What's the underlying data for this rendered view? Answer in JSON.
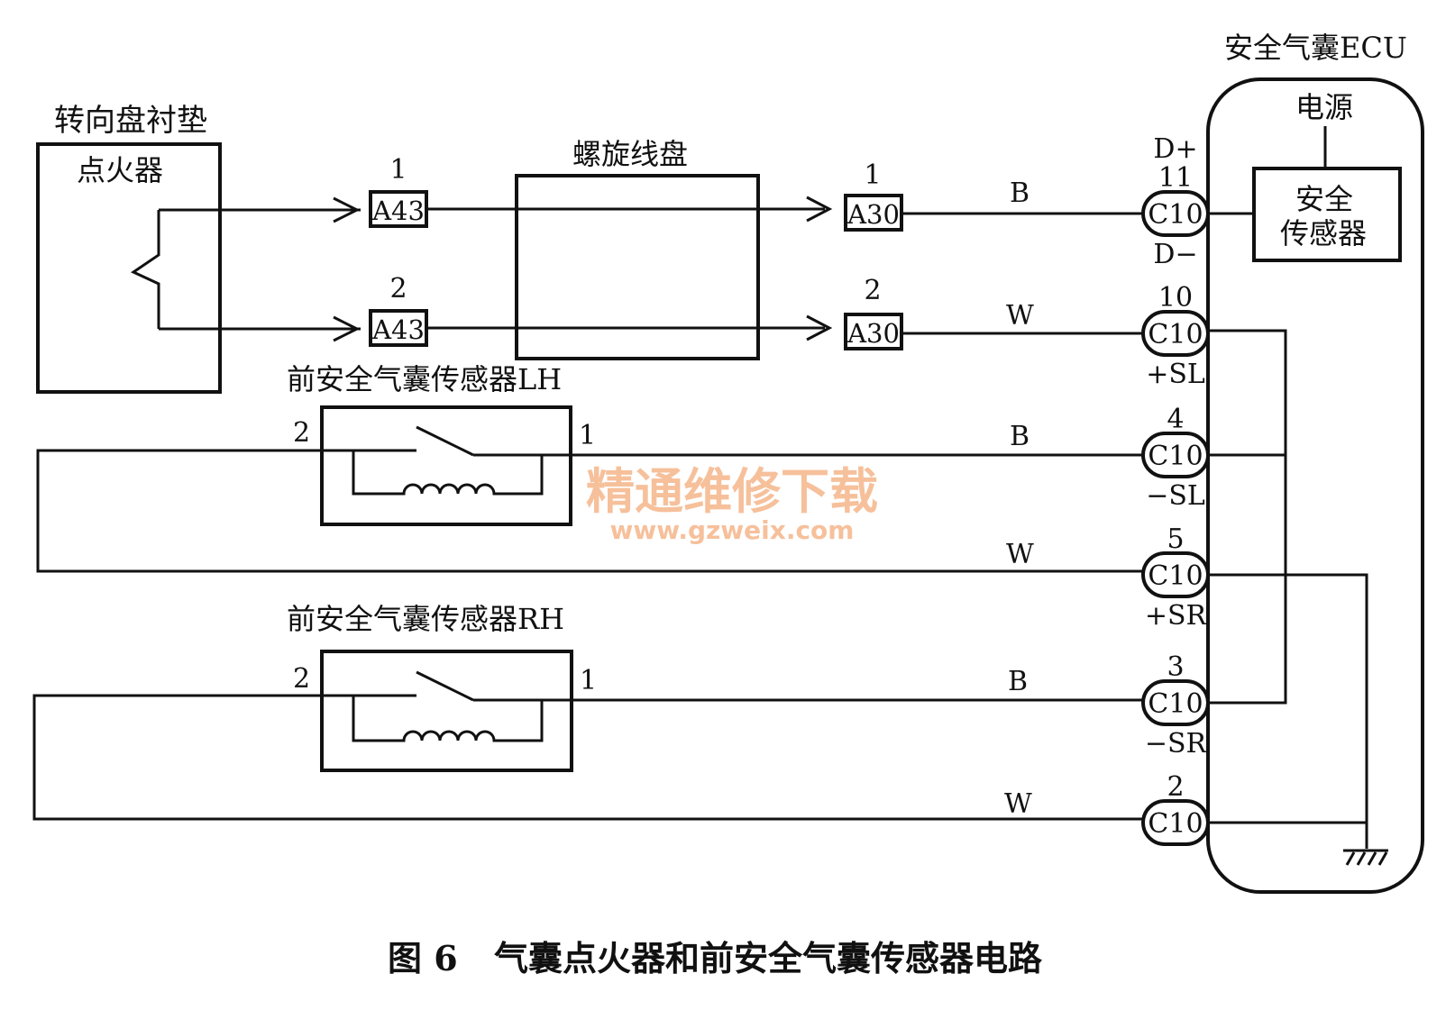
{
  "components": {
    "steering_pad": {
      "title": "转向盘衬垫",
      "inner": "点火器"
    },
    "spiral_cable": {
      "title": "螺旋线盘"
    },
    "ecu": {
      "title": "安全气囊ECU",
      "power": "电源",
      "safing_line1": "安全",
      "safing_line2": "传感器"
    },
    "sensor_lh": {
      "title": "前安全气囊传感器LH",
      "pin_left": "2",
      "pin_right": "1"
    },
    "sensor_rh": {
      "title": "前安全气囊传感器RH",
      "pin_left": "2",
      "pin_right": "1"
    }
  },
  "connectors": {
    "a43_top": {
      "label": "A43",
      "pin": "1"
    },
    "a43_bot": {
      "label": "A43",
      "pin": "2"
    },
    "a30_top": {
      "label": "A30",
      "pin": "1"
    },
    "a30_bot": {
      "label": "A30",
      "pin": "2"
    }
  },
  "terminals": [
    {
      "label": "C10",
      "pin": "11",
      "above": "D+",
      "below": "D−"
    },
    {
      "label": "C10",
      "pin": "10",
      "above": "",
      "below": "+SL"
    },
    {
      "label": "C10",
      "pin": "4",
      "above": "",
      "below": "−SL"
    },
    {
      "label": "C10",
      "pin": "5",
      "above": "",
      "below": "+SR"
    },
    {
      "label": "C10",
      "pin": "3",
      "above": "",
      "below": "−SR"
    },
    {
      "label": "C10",
      "pin": "2",
      "above": "",
      "below": ""
    }
  ],
  "wire_colors": [
    "B",
    "W",
    "B",
    "W",
    "B",
    "W"
  ],
  "watermark": {
    "line1": "精通维修下载",
    "line2": "www.gzweix.com"
  },
  "caption": {
    "figure": "图 6",
    "text": "气囊点火器和前安全气囊传感器电路"
  }
}
